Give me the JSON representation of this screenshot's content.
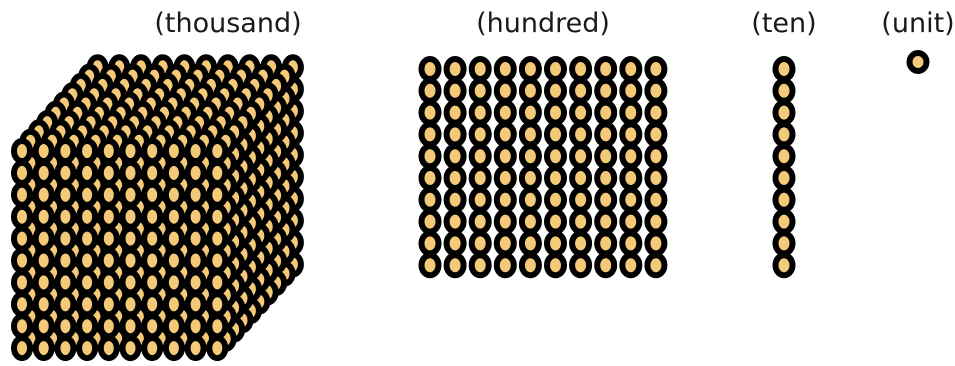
{
  "diagram": {
    "labels": {
      "thousand": "(thousand)",
      "hundred": "(hundred)",
      "ten": "(ten)",
      "unit": "(unit)"
    },
    "bead_colors": {
      "fill": "#f4c977",
      "outline": "#000000"
    }
  }
}
